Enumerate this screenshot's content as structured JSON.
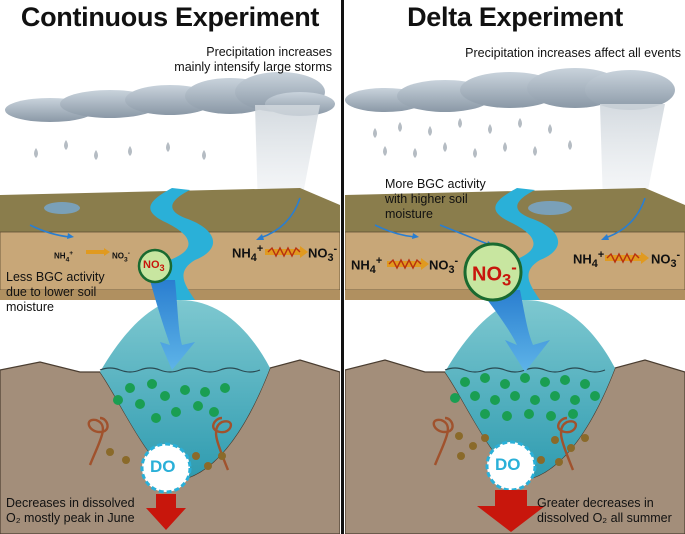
{
  "left": {
    "title": "Continuous Experiment",
    "precip_line1": "Precipitation increases",
    "precip_line2": "mainly intensify large storms",
    "bgc_line1": "Less BGC activity",
    "bgc_line2": "due to lower soil",
    "bgc_line3": "moisture",
    "do_line1": "Decreases in dissolved",
    "do_line2": "O₂ mostly peak in June"
  },
  "right": {
    "title": "Delta Experiment",
    "precip_line1": "Precipitation increases affect all events",
    "bgc_line1": "More BGC activity",
    "bgc_line2": "with higher soil",
    "bgc_line3": "moisture",
    "do_line1": "Greater decreases in",
    "do_line2": "dissolved O₂ all summer"
  },
  "labels": {
    "nh4": "NH",
    "nh4_sub": "4",
    "nh4_sup": "+",
    "no3": "NO",
    "no3_sub": "3",
    "no3_sup": "-",
    "do": "DO"
  },
  "colors": {
    "soil_top": "#8a7d4c",
    "soil_front": "#c8a778",
    "river": "#2ab0d8",
    "water": "#3ea8b8",
    "ground": "#a38e7a",
    "nitrate_circle": "#c8e6a0",
    "arrow_red": "#c8160c",
    "particle_green": "#1a9e52",
    "particle_brown": "#8a6a2a"
  }
}
